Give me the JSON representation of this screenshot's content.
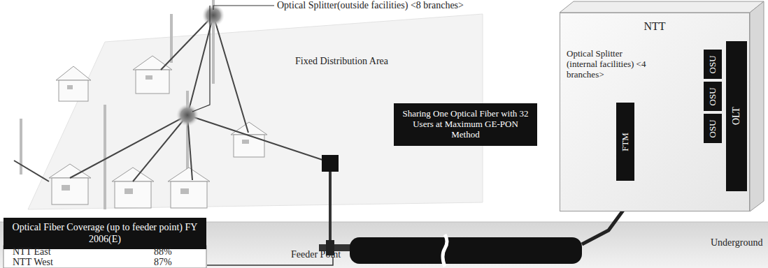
{
  "diagram": {
    "nodes": [
      {
        "text": [
          "Sharing One Optical Fiber with 32 Users at Maximum GE-PON Method"
        ]
      },
      {
        "text": [
          "Optical Fiber Coverage (up to feeder point) FY 2006(E)"
        ]
      },
      {
        "text": [
          "NTT"
        ]
      },
      {
        "text": [
          "FTM"
        ],
        "in": 2
      },
      {
        "text": [
          "OSU"
        ],
        "in": 2
      },
      {
        "text": [
          "OSU"
        ],
        "in": 2
      },
      {
        "text": [
          "OSU"
        ],
        "in": 2
      },
      {
        "text": [
          "OLT"
        ],
        "in": 2
      }
    ],
    "edges": [
      {
        "from": 3,
        "to": 4,
        "arrow": "none"
      },
      {
        "from": 3,
        "to": 5,
        "arrow": "none"
      },
      {
        "from": 3,
        "to": 6,
        "arrow": "none"
      }
    ],
    "labels": [
      "Optical Splitter(outside facilities) <8 branches>",
      "Fixed Distribution Area",
      "Optical Splitter (internal facilities) <4 branches>",
      "Underground",
      "Feeder Point",
      "NTT East",
      "88%",
      "NTT West",
      "87%"
    ]
  }
}
